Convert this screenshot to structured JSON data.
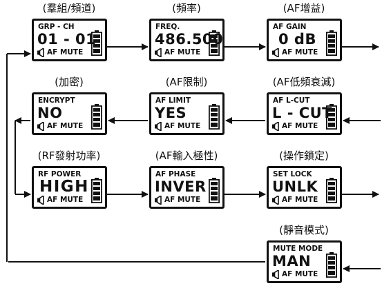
{
  "screens": [
    {
      "id": "grp-ch",
      "caption": "(羣組/頻道)",
      "label": "GRP - CH",
      "value": "01 - 01",
      "mute": "AF MUTE"
    },
    {
      "id": "freq",
      "caption": "(頻率)",
      "label": "FREQ.",
      "value": "486.500",
      "mute": "AF MUTE"
    },
    {
      "id": "af-gain",
      "caption": "(AF增益)",
      "label": "AF GAIN",
      "value": "0 dB",
      "mute": "AF MUTE"
    },
    {
      "id": "encrypt",
      "caption": "(加密)",
      "label": "ENCRYPT",
      "value": "NO",
      "mute": "AF MUTE"
    },
    {
      "id": "af-limit",
      "caption": "(AF限制)",
      "label": "AF LIMIT",
      "value": "YES",
      "mute": "AF MUTE"
    },
    {
      "id": "af-lcut",
      "caption": "(AF低頻衰減)",
      "label": "AF L-CUT",
      "value": "L - CUT",
      "mute": "AF MUTE"
    },
    {
      "id": "rf-power",
      "caption": "(RF發射功率)",
      "label": "RF POWER",
      "value": "HIGH",
      "mute": "AF MUTE"
    },
    {
      "id": "af-phase",
      "caption": "(AF輸入極性)",
      "label": "AF PHASE",
      "value": "INVER",
      "mute": "AF MUTE"
    },
    {
      "id": "set-lock",
      "caption": "(操作鎖定)",
      "label": "SET LOCK",
      "value": "UNLK",
      "mute": "AF MUTE"
    },
    {
      "id": "mute-mode",
      "caption": "(靜音模式)",
      "label": "MUTE MODE",
      "value": "MAN",
      "mute": "AF MUTE"
    }
  ],
  "colors": {
    "line": "#111111",
    "background": "#ffffff"
  }
}
